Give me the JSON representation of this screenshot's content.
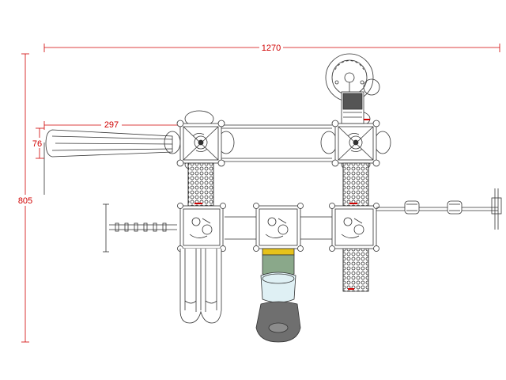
{
  "dimensions": {
    "overall_width": "1270",
    "overall_height": "805",
    "slide_length": "297",
    "slide_height": "76"
  },
  "colors": {
    "dimension_line": "#d00000",
    "outline": "#333333",
    "tube_yellow": "#e6c21a",
    "tube_green": "#8aa88a",
    "tube_light_blue": "#dff0f4",
    "tube_dark_gray": "#6f6f6f"
  },
  "components": {
    "towers": [
      "tower-upper-left",
      "tower-upper-right",
      "tower-lower-left",
      "tower-lower-center",
      "tower-lower-right"
    ],
    "features": [
      "straight-slide",
      "wave-double-slide",
      "tube-slide",
      "climbing-net-left",
      "climbing-net-right",
      "rope-bridge",
      "balance-beam",
      "steering-wheel-panel",
      "chain-walk"
    ]
  }
}
